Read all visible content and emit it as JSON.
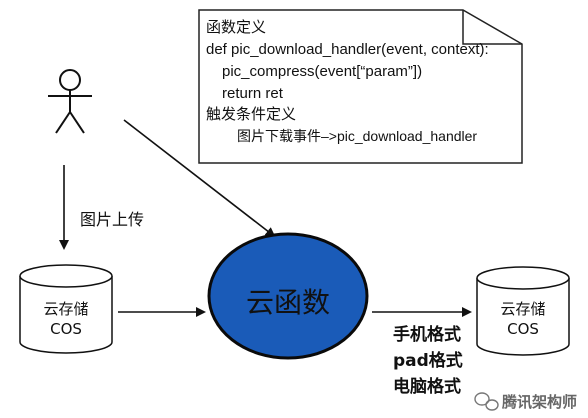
{
  "code_note": {
    "lines": [
      "函数定义",
      "def pic_download_handler(event, context):",
      "pic_compress(event[“param”])",
      "return ret",
      "触发条件定义",
      "图片下载事件–>pic_download_handler"
    ]
  },
  "upload_label": "图片上传",
  "source_cos": {
    "line1": "云存储",
    "line2": "COS"
  },
  "cloud_function": {
    "label": "云函数",
    "color": "#1a5bb8"
  },
  "target_cos": {
    "line1": "云存储",
    "line2": "COS"
  },
  "formats": [
    "手机格式",
    "pad格式",
    "电脑格式"
  ],
  "watermark": {
    "icon": "chat-bubbles-icon",
    "text": "腾讯架构师"
  }
}
